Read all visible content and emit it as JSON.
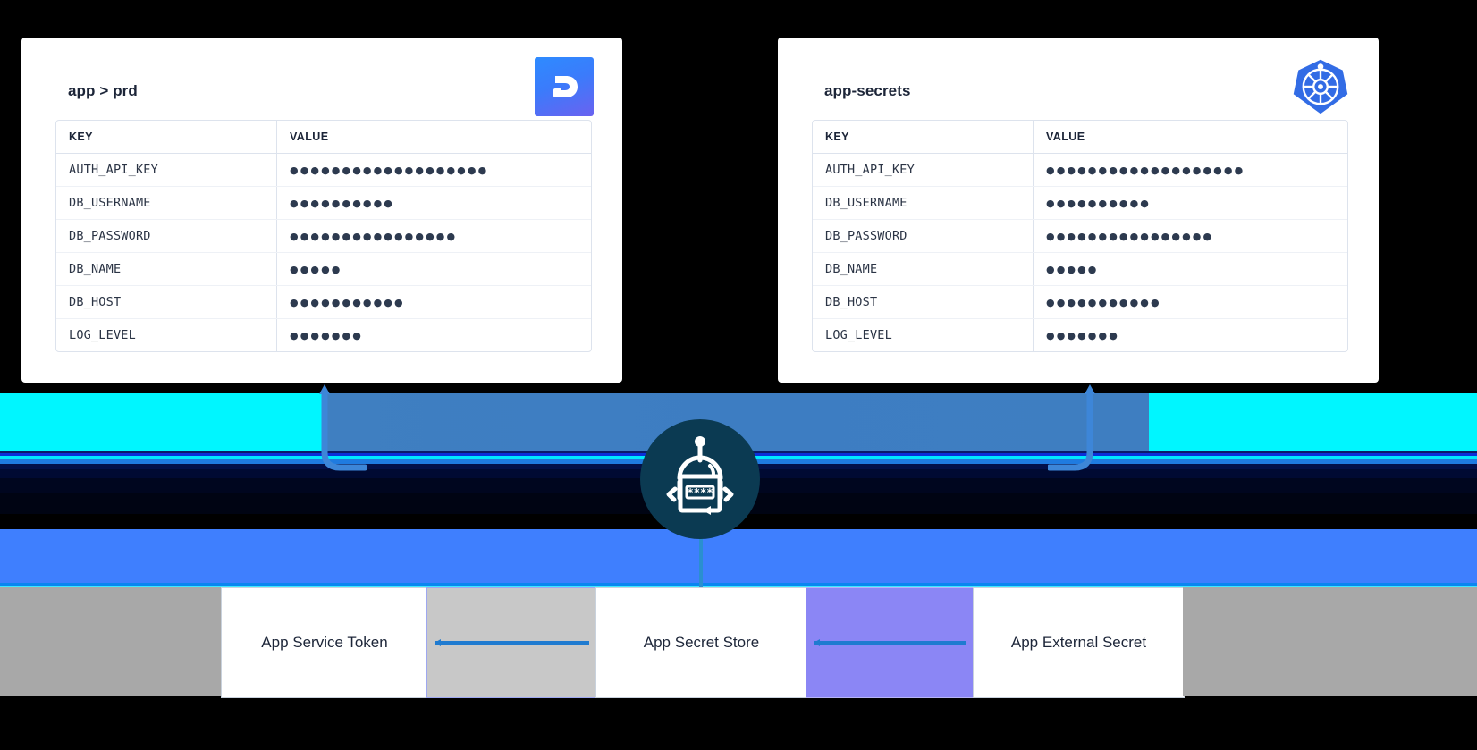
{
  "diagram": {
    "title_semantic": "doppler-to-kubernetes-secret-sync",
    "colors": {
      "cyan": "#00f6ff",
      "band_blue": "#3f7fc1",
      "bottom_blue": "#3f7ffe",
      "connector": "#1f7bd0",
      "robot_circle": "#0b3a52",
      "k8s_blue": "#326ce5",
      "purple_box": "#8b86f5",
      "gray_box": "#a8a8a8"
    }
  },
  "left_card": {
    "title": "app > prd",
    "logo_icon": "doppler-logo-icon",
    "table": {
      "columns": [
        "KEY",
        "VALUE"
      ],
      "rows": [
        {
          "key": "AUTH_API_KEY",
          "value": "●●●●●●●●●●●●●●●●●●●"
        },
        {
          "key": "DB_USERNAME",
          "value": " ●●●●●●●●●●"
        },
        {
          "key": "DB_PASSWORD",
          "value": "●●●●●●●●●●●●●●●●"
        },
        {
          "key": "DB_NAME",
          "value": "●●●●●"
        },
        {
          "key": "DB_HOST",
          "value": "●●●●●●●●●●●"
        },
        {
          "key": "LOG_LEVEL",
          "value": "●●●●●●●"
        }
      ]
    }
  },
  "right_card": {
    "title": "app-secrets",
    "logo_icon": "kubernetes-logo-icon",
    "table": {
      "columns": [
        "KEY",
        "VALUE"
      ],
      "rows": [
        {
          "key": "AUTH_API_KEY",
          "value": "●●●●●●●●●●●●●●●●●●●"
        },
        {
          "key": "DB_USERNAME",
          "value": " ●●●●●●●●●●"
        },
        {
          "key": "DB_PASSWORD",
          "value": "●●●●●●●●●●●●●●●●"
        },
        {
          "key": "DB_NAME",
          "value": "●●●●●"
        },
        {
          "key": "DB_HOST",
          "value": "●●●●●●●●●●●"
        },
        {
          "key": "LOG_LEVEL",
          "value": "●●●●●●●"
        }
      ]
    }
  },
  "center": {
    "icon": "robot-secret-lock-icon",
    "display_text": "****"
  },
  "bottom_row": {
    "items": [
      {
        "label": "",
        "style": "gray"
      },
      {
        "label": "App  Service Token",
        "style": "white"
      },
      {
        "label": "",
        "style": "graysel"
      },
      {
        "label": "App Secret Store",
        "style": "white"
      },
      {
        "label": "",
        "style": "purple"
      },
      {
        "label": "App External Secret",
        "style": "white"
      },
      {
        "label": "",
        "style": "gray"
      }
    ]
  }
}
